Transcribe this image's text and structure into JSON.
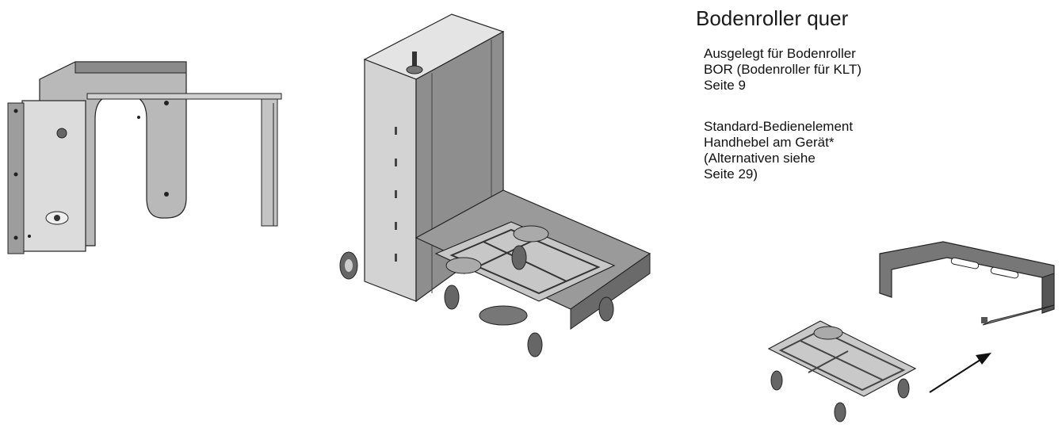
{
  "title": "Bodenroller quer",
  "paragraphs": [
    {
      "lines": [
        "Ausgelegt für Bodenroller",
        "BOR  (Bodenroller für KLT)",
        "Seite 9"
      ]
    },
    {
      "lines": [
        "Standard-Bedienelement",
        "Handhebel am Gerät*",
        "(Alternativen siehe",
        "Seite 29)"
      ]
    }
  ],
  "figures": {
    "top_view": "technical-drawing-top-view",
    "isometric_device": "technical-drawing-isometric-device-with-floor-roller",
    "frame": "technical-drawing-holding-frame",
    "roller": "technical-drawing-floor-roller",
    "arrow": "arrow-icon"
  },
  "colors": {
    "metal_light": "#c8c8c8",
    "metal_mid": "#9a9a9a",
    "metal_dark": "#555555",
    "line": "#222222"
  }
}
